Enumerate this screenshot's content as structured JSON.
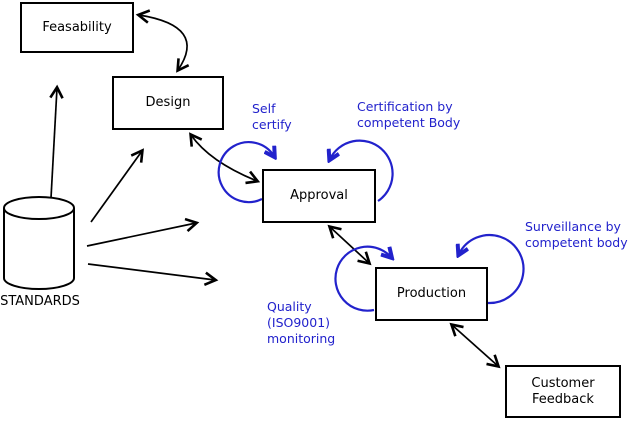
{
  "diagram": {
    "background": "#ffffff",
    "colors": {
      "node_border": "#000000",
      "arrow_black": "#000000",
      "annotation_blue": "#2222cc"
    },
    "nodes": {
      "feasability": {
        "label": "Feasability"
      },
      "design": {
        "label": "Design"
      },
      "approval": {
        "label": "Approval"
      },
      "production": {
        "label": "Production"
      },
      "customer_feedback": {
        "line1": "Customer",
        "line2": "Feedback"
      },
      "standards": {
        "label": "STANDARDS"
      }
    },
    "annotations": {
      "self_certify": {
        "line1": "Self",
        "line2": "certify"
      },
      "certification": {
        "line1": "Certification by",
        "line2": "competent Body"
      },
      "surveillance": {
        "line1": "Surveillance by",
        "line2": "competent body"
      },
      "quality": {
        "line1": "Quality",
        "line2": "(ISO9001)",
        "line3": "monitoring"
      }
    },
    "edges": [
      {
        "from": "feasability",
        "to": "design",
        "direction": "bidirectional",
        "style": "curved",
        "color": "#000000"
      },
      {
        "from": "design",
        "to": "approval",
        "direction": "bidirectional",
        "style": "curved",
        "color": "#000000"
      },
      {
        "from": "approval",
        "to": "production",
        "direction": "bidirectional",
        "style": "straight",
        "color": "#000000"
      },
      {
        "from": "production",
        "to": "customer_feedback",
        "direction": "bidirectional",
        "style": "straight",
        "color": "#000000"
      },
      {
        "from": "standards",
        "to": "feasability",
        "direction": "one-way",
        "style": "straight",
        "color": "#000000"
      },
      {
        "from": "standards",
        "to": "design",
        "direction": "one-way",
        "style": "straight",
        "color": "#000000"
      },
      {
        "from": "standards",
        "to": "approval",
        "direction": "one-way",
        "style": "straight",
        "color": "#000000"
      },
      {
        "from": "standards",
        "to": "production",
        "direction": "one-way",
        "style": "straight",
        "color": "#000000"
      },
      {
        "node": "approval",
        "type": "self-loop",
        "label": "Self certify",
        "color": "#2222cc"
      },
      {
        "node": "approval",
        "type": "self-loop",
        "label": "Certification by competent Body",
        "color": "#2222cc"
      },
      {
        "node": "production",
        "type": "self-loop",
        "label": "Quality (ISO9001) monitoring",
        "color": "#2222cc"
      },
      {
        "node": "production",
        "type": "self-loop",
        "label": "Surveillance by competent body",
        "color": "#2222cc"
      }
    ]
  }
}
